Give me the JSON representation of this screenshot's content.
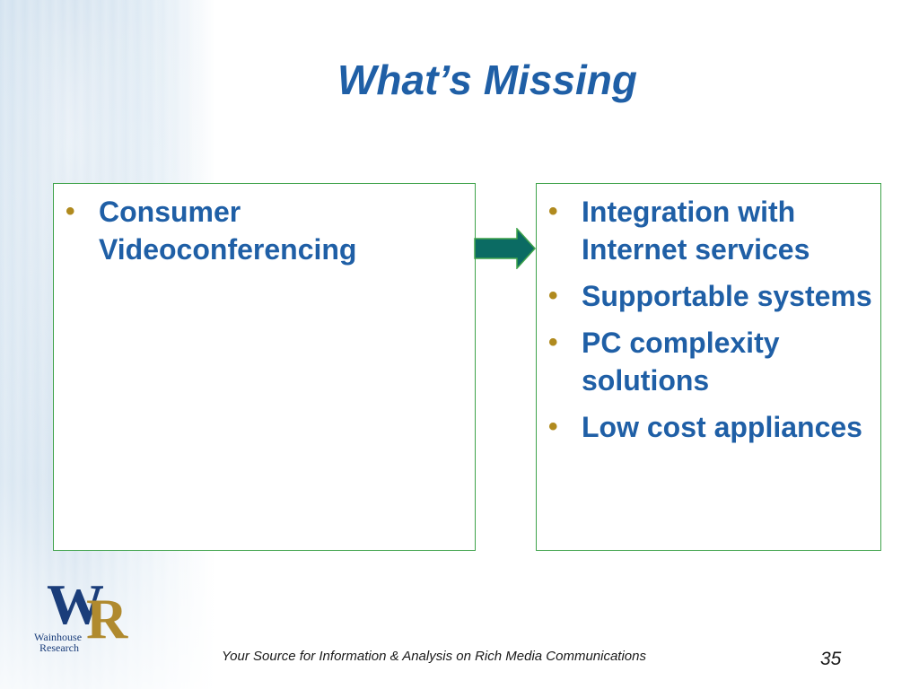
{
  "slide": {
    "title": "What’s Missing",
    "left_box": {
      "bullets": [
        "Consumer Videoconferencing"
      ]
    },
    "right_box": {
      "bullets": [
        "Integration with Internet services",
        "Supportable systems",
        "PC complexity solutions",
        "Low cost appliances"
      ]
    },
    "arrow_icon": "right-arrow-icon",
    "colors": {
      "title": "#1f5fa6",
      "bullet_text": "#1f5fa6",
      "bullet_dot": "#b08a1e",
      "box_border": "#3ea24a",
      "arrow": "#0b6b63"
    }
  },
  "logo": {
    "letters": "WR",
    "name_line1": "Wainhouse",
    "name_line2": "Research"
  },
  "footer": {
    "tagline": "Your Source for Information & Analysis on Rich Media Communications",
    "page_number": "35"
  }
}
